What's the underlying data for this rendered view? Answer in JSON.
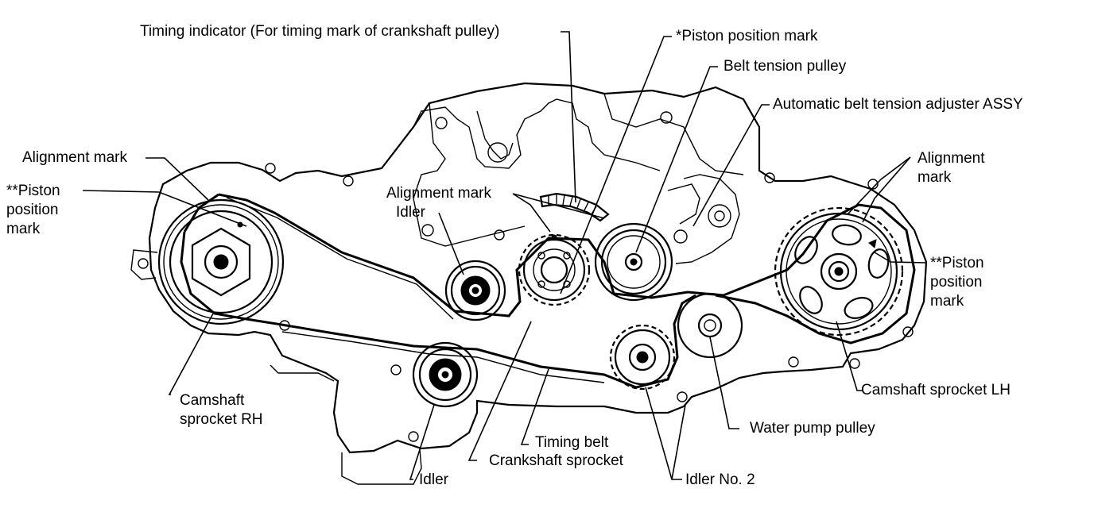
{
  "labels": {
    "timing_indicator": "Timing indicator (For timing mark of crankshaft pulley)",
    "piston_position_mark_top": "*Piston position mark",
    "belt_tension_pulley": "Belt tension pulley",
    "auto_belt_tension_adjuster": "Automatic belt tension adjuster ASSY",
    "alignment_mark_left": "Alignment mark",
    "piston_position_mark_left": "**Piston\nposition\nmark",
    "alignment_mark_center": "Alignment mark",
    "idler_upper": "Idler",
    "alignment_mark_right": "Alignment\nmark",
    "piston_position_mark_right": "**Piston\nposition\nmark",
    "camshaft_sprocket_rh": "Camshaft\nsprocket RH",
    "camshaft_sprocket_lh": "Camshaft sprocket LH",
    "water_pump_pulley": "Water pump pulley",
    "timing_belt": "Timing belt",
    "crankshaft_sprocket": "Crankshaft sprocket",
    "idler_lower": "Idler",
    "idler_no2": "Idler No. 2"
  }
}
